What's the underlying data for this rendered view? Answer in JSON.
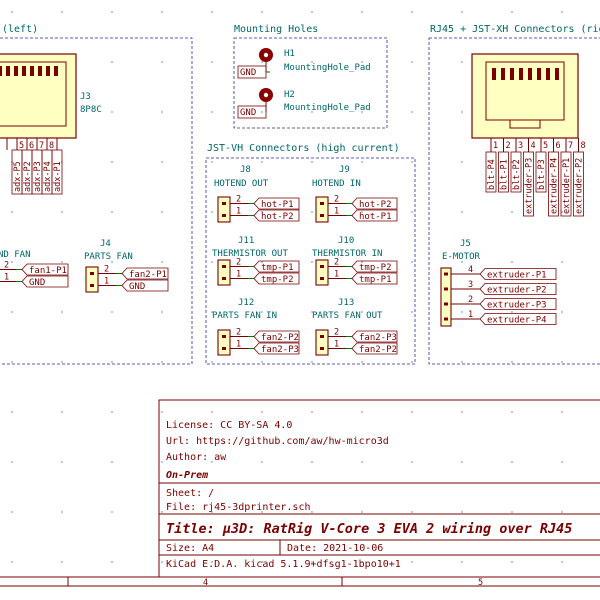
{
  "colors": {
    "background": "#ffffff",
    "symbol_outline": "#7a0000",
    "symbol_fill": "#ffffc2",
    "wire": "#007a00",
    "box_dash": "#2a2aa8",
    "grid_dot": "#8ea0b6",
    "pad": "#8a0000",
    "text_blue": "#006666",
    "text_red": "#7a0000"
  },
  "groups": {
    "left_top": {
      "title": "(left)"
    },
    "mounting": {
      "title": "Mounting Holes"
    },
    "jst_vh": {
      "title": "JST-VH Connectors (high current)"
    },
    "rj45_right": {
      "title": "RJ45 + JST-XH Connectors (rig"
    }
  },
  "mounting_holes": [
    {
      "ref": "H1",
      "value": "MountingHole_Pad",
      "net": "GND"
    },
    {
      "ref": "H2",
      "value": "MountingHole_Pad",
      "net": "GND"
    }
  ],
  "j3": {
    "ref": "J3",
    "value": "8P8C",
    "pins": [
      "5",
      "6",
      "7",
      "8"
    ],
    "nets": [
      "adx-P5",
      "adx-P2",
      "adx-P3",
      "adx-P4",
      "adx-P1"
    ]
  },
  "fans_left": {
    "end_fan_label": "ND FAN",
    "j4_ref": "J4",
    "j4_value": "PARTS FAN",
    "end_fan_pins": [
      "2",
      "1"
    ],
    "end_fan_nets": [
      "fan1-P1",
      "GND"
    ],
    "j4_pins": [
      "2",
      "1"
    ],
    "j4_nets": [
      "fan2-P1",
      "GND"
    ]
  },
  "vh_connectors": [
    {
      "ref": "J8",
      "value": "HOTEND OUT",
      "pins": [
        "2",
        "1"
      ],
      "nets": [
        "hot-P1",
        "hot-P2"
      ]
    },
    {
      "ref": "J9",
      "value": "HOTEND IN",
      "pins": [
        "2",
        "1"
      ],
      "nets": [
        "hot-P2",
        "hot-P1"
      ]
    },
    {
      "ref": "J11",
      "value": "THERMISTOR OUT",
      "pins": [
        "2",
        "1"
      ],
      "nets": [
        "tmp-P1",
        "tmp-P2"
      ]
    },
    {
      "ref": "J10",
      "value": "THERMISTOR IN",
      "pins": [
        "2",
        "1"
      ],
      "nets": [
        "tmp-P2",
        "tmp-P1"
      ]
    },
    {
      "ref": "J12",
      "value": "PARTS FAN IN",
      "pins": [
        "2",
        "1"
      ],
      "nets": [
        "fan2-P2",
        "fan2-P3"
      ]
    },
    {
      "ref": "J13",
      "value": "PARTS FAN OUT",
      "pins": [
        "2",
        "1"
      ],
      "nets": [
        "fan2-P3",
        "fan2-P2"
      ]
    }
  ],
  "rj45_right": {
    "pins": [
      "1",
      "2",
      "3",
      "4",
      "5",
      "6",
      "7",
      "8"
    ],
    "nets": [
      "blt-P4",
      "blt-P1",
      "blt-P2",
      "extruder-P3",
      "blt-P3",
      "extruder-P4",
      "extruder-P1",
      "extruder-P2"
    ]
  },
  "j5": {
    "ref": "J5",
    "value": "E-MOTOR",
    "pins": [
      "4",
      "3",
      "2",
      "1"
    ],
    "nets": [
      "extruder-P1",
      "extruder-P2",
      "extruder-P3",
      "extruder-P4"
    ]
  },
  "title_block": {
    "license": "License: CC BY-SA 4.0",
    "url": "Url: https://github.com/aw/hw-micro3d",
    "author": "Author: aw",
    "company": "On-Prem",
    "sheet": "Sheet: /",
    "file": "File: rj45-3dprinter.sch",
    "title": "Title: µ3D: RatRig V-Core 3 EVA 2 wiring over RJ45",
    "size": "Size: A4",
    "date": "Date: 2021-10-06",
    "kicad": "KiCad E.D.A.  kicad 5.1.9+dfsg1-1bpo10+1"
  },
  "frame_columns": [
    "4",
    "5"
  ]
}
